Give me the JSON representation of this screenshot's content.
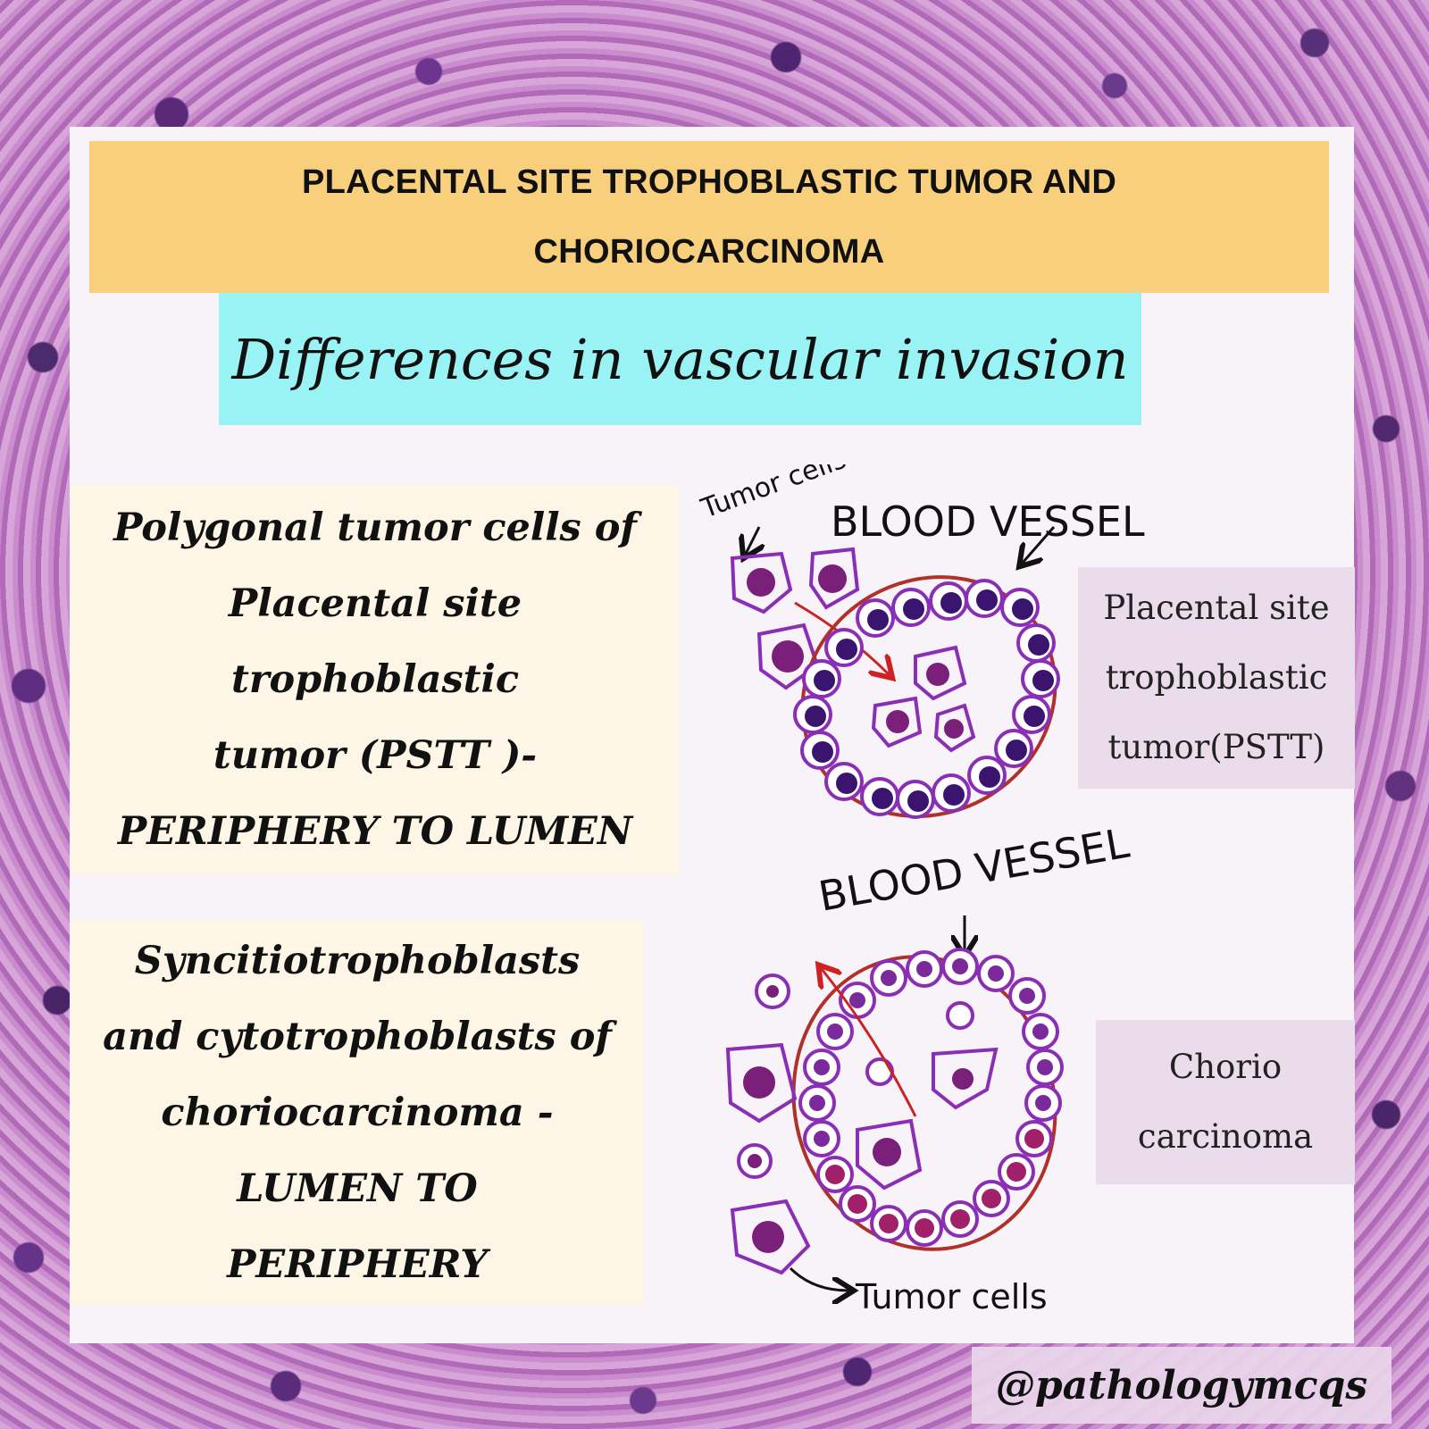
{
  "header": {
    "title_line1": "PLACENTAL SITE TROPHOBLASTIC TUMOR AND",
    "title_line2": "CHORIOCARCINOMA",
    "subtitle": "Differences in vascular invasion"
  },
  "pstt_text": {
    "lines": [
      "Polygonal tumor cells of",
      "Placental site",
      "trophoblastic",
      "tumor (PSTT )-",
      "PERIPHERY TO LUMEN"
    ]
  },
  "chorio_text": {
    "lines": [
      "Syncitiotrophoblasts",
      "and cytotrophoblasts of",
      "choriocarcinoma -",
      "LUMEN TO",
      "PERIPHERY"
    ]
  },
  "diagram": {
    "top_tumor_label": "Tumor cells",
    "top_vessel_label": "BLOOD VESSEL",
    "bottom_vessel_label": "BLOOD VESSEL",
    "bottom_tumor_label": "Tumor cells"
  },
  "label_pstt": {
    "lines": [
      "Placental site",
      "trophoblastic",
      "tumor(PSTT)"
    ]
  },
  "label_chorio": {
    "lines": [
      "Chorio",
      "carcinoma"
    ]
  },
  "footer": {
    "handle": "@pathologymcqs"
  },
  "colors": {
    "title_bg": "#f8cf7c",
    "subtitle_bg": "#99f3f4",
    "vessel_outline": "#b0302a",
    "cell_outline": "#7e2fb0",
    "arrow_red": "#cc2222"
  }
}
